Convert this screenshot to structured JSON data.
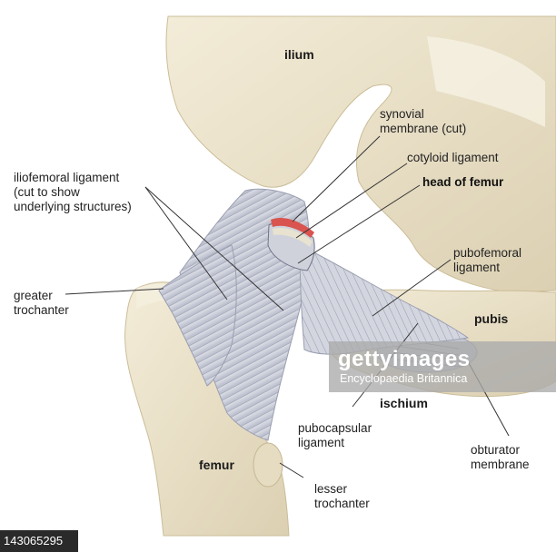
{
  "labels": {
    "ilium": "ilium",
    "synovial_membrane": "synovial\nmembrane (cut)",
    "cotyloid_ligament": "cotyloid ligament",
    "head_of_femur": "head of femur",
    "iliofemoral_ligament": "iliofemoral ligament\n(cut to show\nunderlying structures)",
    "pubofemoral_ligament": "pubofemoral\nligament",
    "greater_trochanter": "greater\ntrochanter",
    "pubis": "pubis",
    "ischium": "ischium",
    "pubocapsular_ligament": "pubocapsular\nligament",
    "obturator_membrane": "obturator\nmembrane",
    "femur": "femur",
    "lesser_trochanter": "lesser\ntrochanter"
  },
  "watermark": {
    "logo": "gettyimages",
    "credit": "Encyclopaedia Britannica"
  },
  "stock_id": "143065295",
  "colors": {
    "bone": "#ece4cf",
    "bone_shadow": "#d8cdb0",
    "ligament": "#c9cdd8",
    "ligament_line": "#8e93a6",
    "cartilage_red": "#d9534f",
    "leader_line": "#333333"
  }
}
